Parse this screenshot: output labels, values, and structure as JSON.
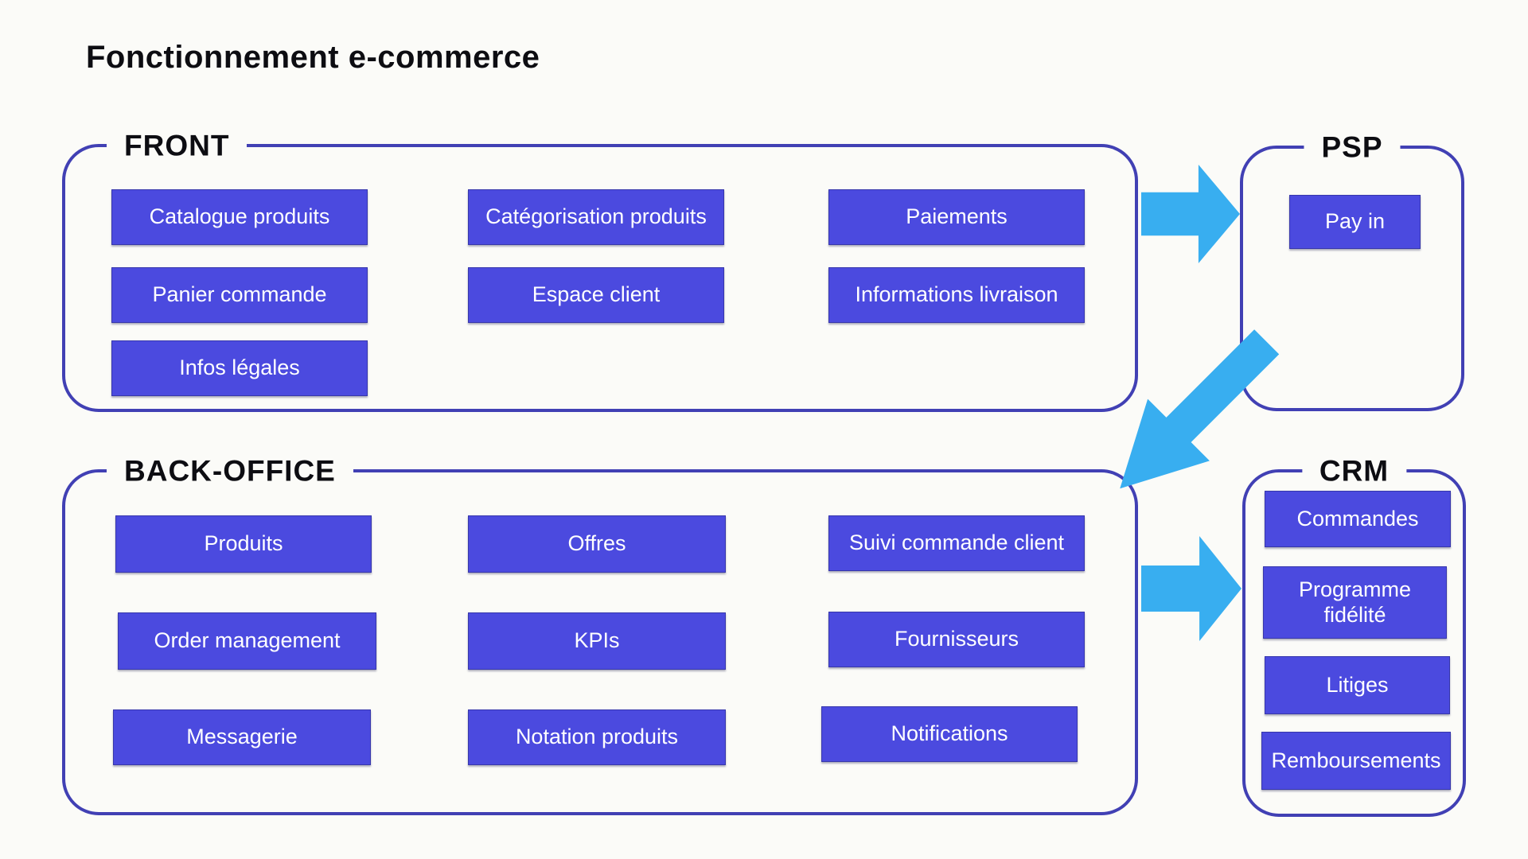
{
  "title": "Fonctionnement e-commerce",
  "front": {
    "label": "FRONT",
    "boxes": [
      "Catalogue produits",
      "Catégorisation produits",
      "Paiements",
      "Panier commande",
      "Espace client",
      "Informations livraison",
      "Infos légales"
    ]
  },
  "psp": {
    "label": "PSP",
    "boxes": [
      "Pay in"
    ]
  },
  "back_office": {
    "label": "BACK-OFFICE",
    "boxes": [
      "Produits",
      "Offres",
      "Suivi commande client",
      "Order management",
      "KPIs",
      "Fournisseurs",
      "Messagerie",
      "Notation produits",
      "Notifications"
    ]
  },
  "crm": {
    "label": "CRM",
    "boxes": [
      "Commandes",
      "Programme fidélité",
      "Litiges",
      "Remboursements"
    ]
  },
  "arrows": [
    {
      "name": "front-to-psp",
      "direction": "right"
    },
    {
      "name": "psp-to-back-office",
      "direction": "down-left"
    },
    {
      "name": "back-office-to-crm",
      "direction": "right"
    }
  ],
  "colors": {
    "background": "#FBFBF8",
    "box_fill": "#4B4ADF",
    "container_border": "#4140B4",
    "arrow": "#38AEF0",
    "box_text": "#FFFFFF",
    "label_text": "#0D0D12"
  }
}
